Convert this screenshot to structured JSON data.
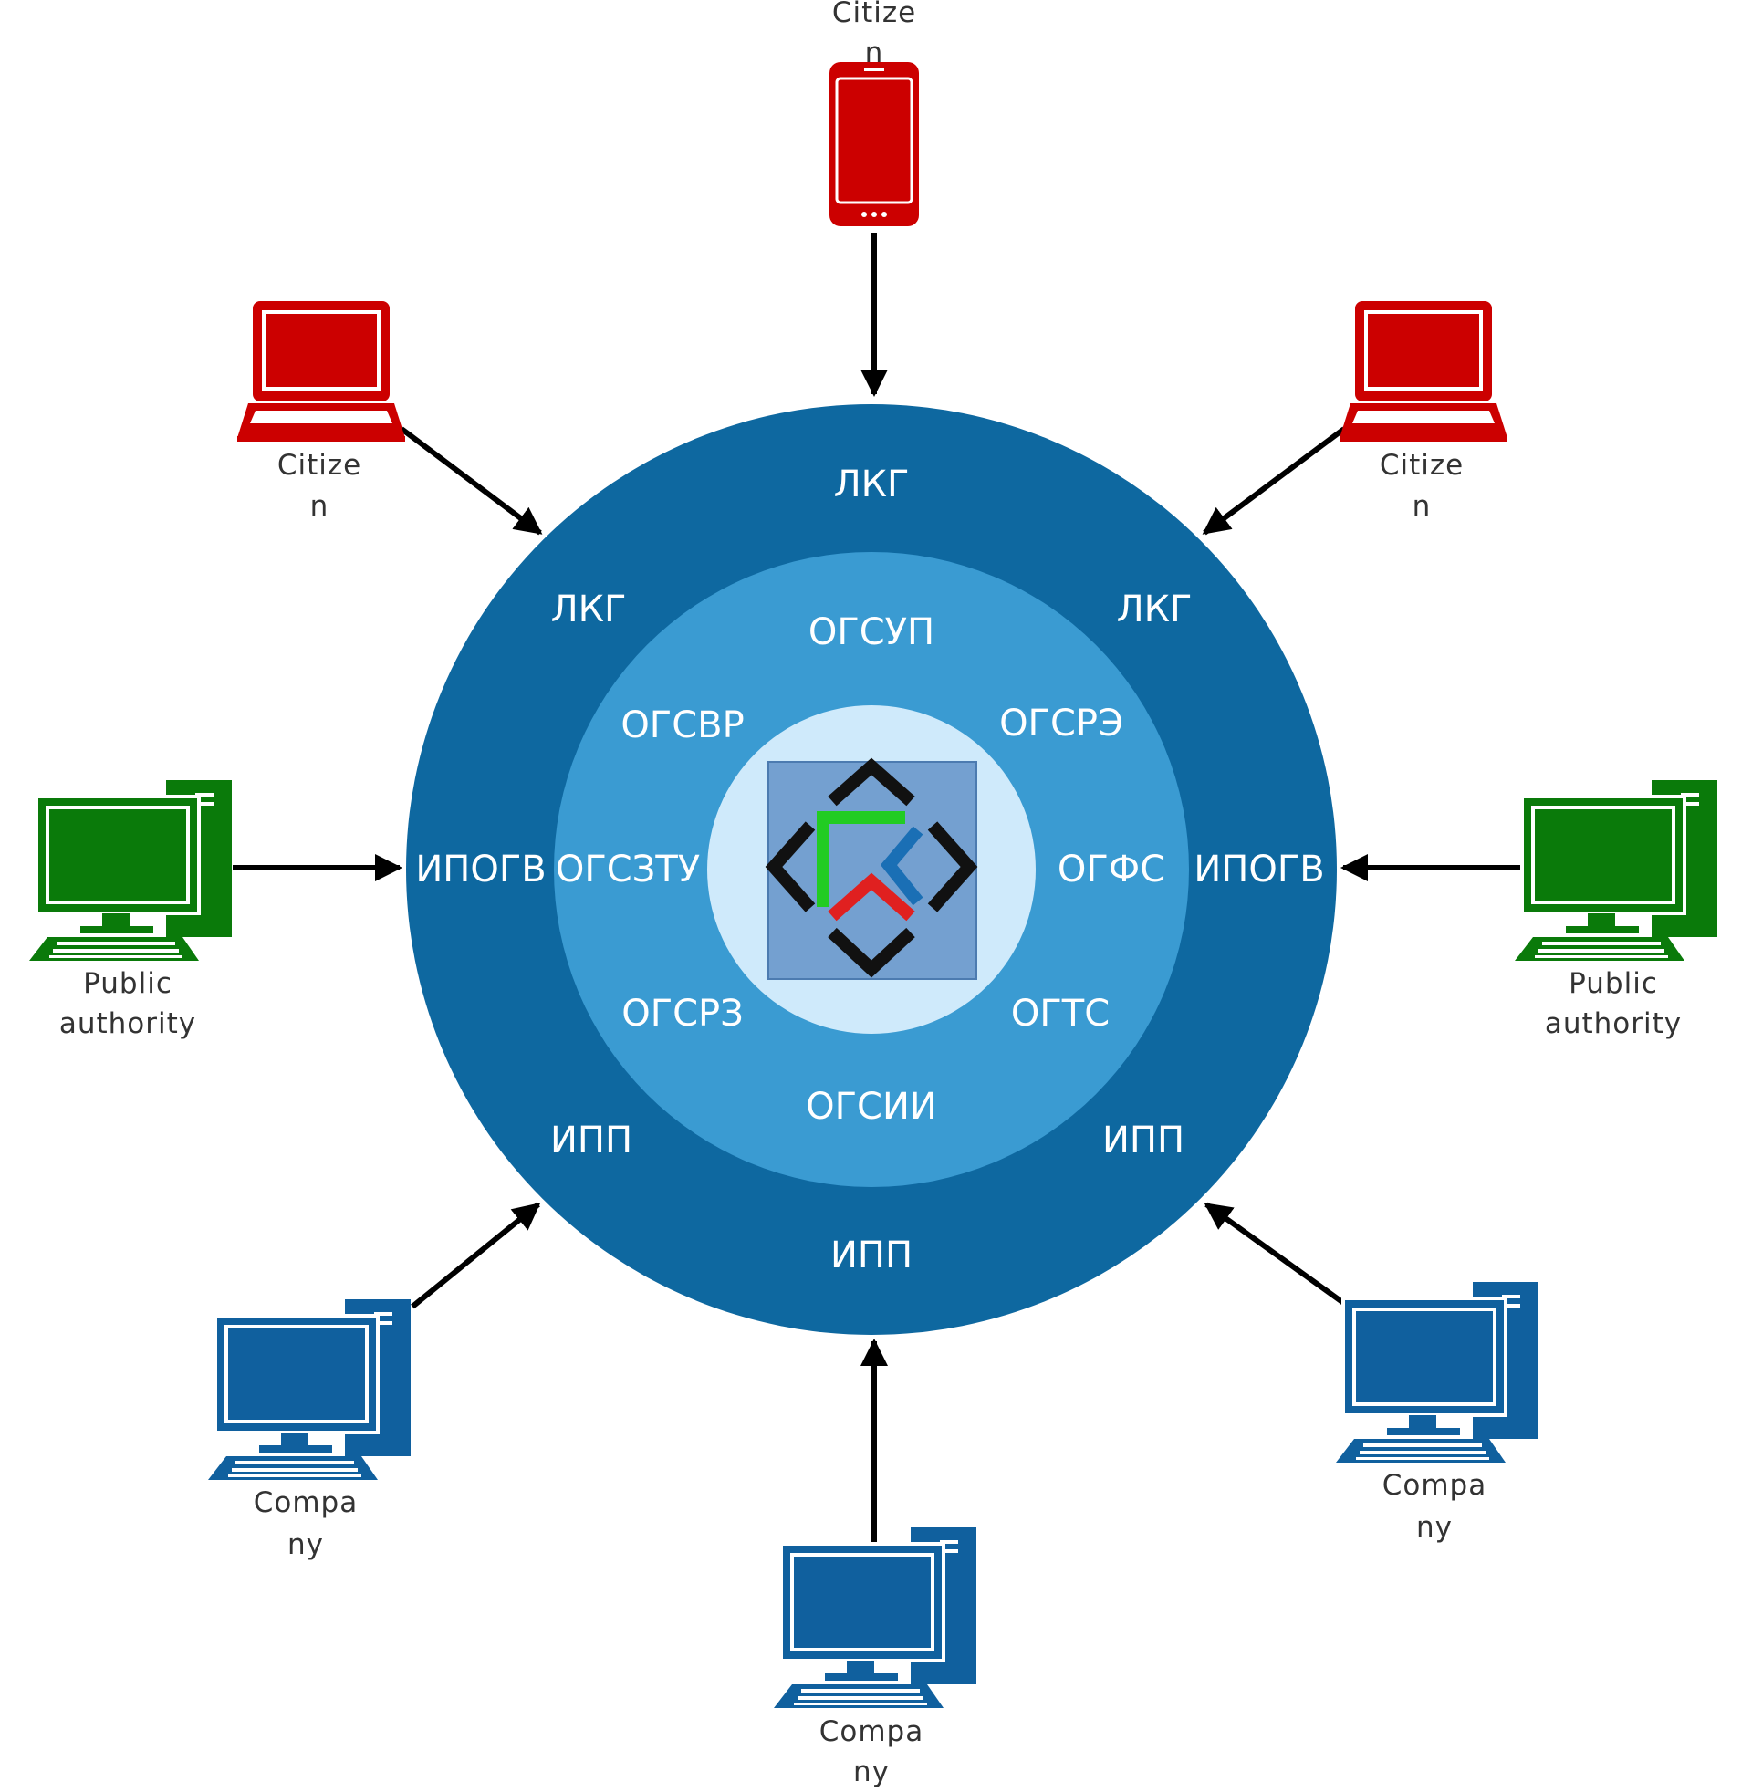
{
  "colors": {
    "outer_ring": "#0e68a0",
    "middle_ring": "#3a9bd2",
    "inner_circle": "#cfeafb",
    "logo_bg": "#74a0d0",
    "citizen": "#cc0000",
    "authority": "#0a7a0a",
    "company": "#10609e",
    "arrow": "#000000",
    "logo_green": "#22cc22",
    "logo_red": "#e02020",
    "logo_blue": "#1a6fb5"
  },
  "icons": {
    "phone": "smartphone-icon",
    "laptop": "laptop-icon",
    "desktop": "desktop-computer-icon"
  },
  "outer_ring_labels": {
    "top": "ЛКГ",
    "top_left": "ЛКГ",
    "top_right": "ЛКГ",
    "left": "ИПОГВ",
    "right": "ИПОГВ",
    "bottom_left": "ИПП",
    "bottom_right": "ИПП",
    "bottom": "ИПП"
  },
  "middle_ring_labels": {
    "top": "ОГСУП",
    "top_left": "ОГСВР",
    "top_right": "ОГСРЭ",
    "left": "ОГСЗТУ",
    "right": "ОГФС",
    "bottom_left": "ОГСРЗ",
    "bottom_right": "ОГТС",
    "bottom": "ОГСИИ"
  },
  "devices": {
    "citizen_top": {
      "line1": "Citize",
      "line2": "n"
    },
    "citizen_left": {
      "line1": "Citize",
      "line2": "n"
    },
    "citizen_right": {
      "line1": "Citize",
      "line2": "n"
    },
    "authority_left": {
      "line1": "Public",
      "line2": "authority"
    },
    "authority_right": {
      "line1": "Public",
      "line2": "authority"
    },
    "company_left": {
      "line1": "Compa",
      "line2": "ny"
    },
    "company_right": {
      "line1": "Compa",
      "line2": "ny"
    },
    "company_bottom": {
      "line1": "Compa",
      "line2": "ny"
    }
  }
}
